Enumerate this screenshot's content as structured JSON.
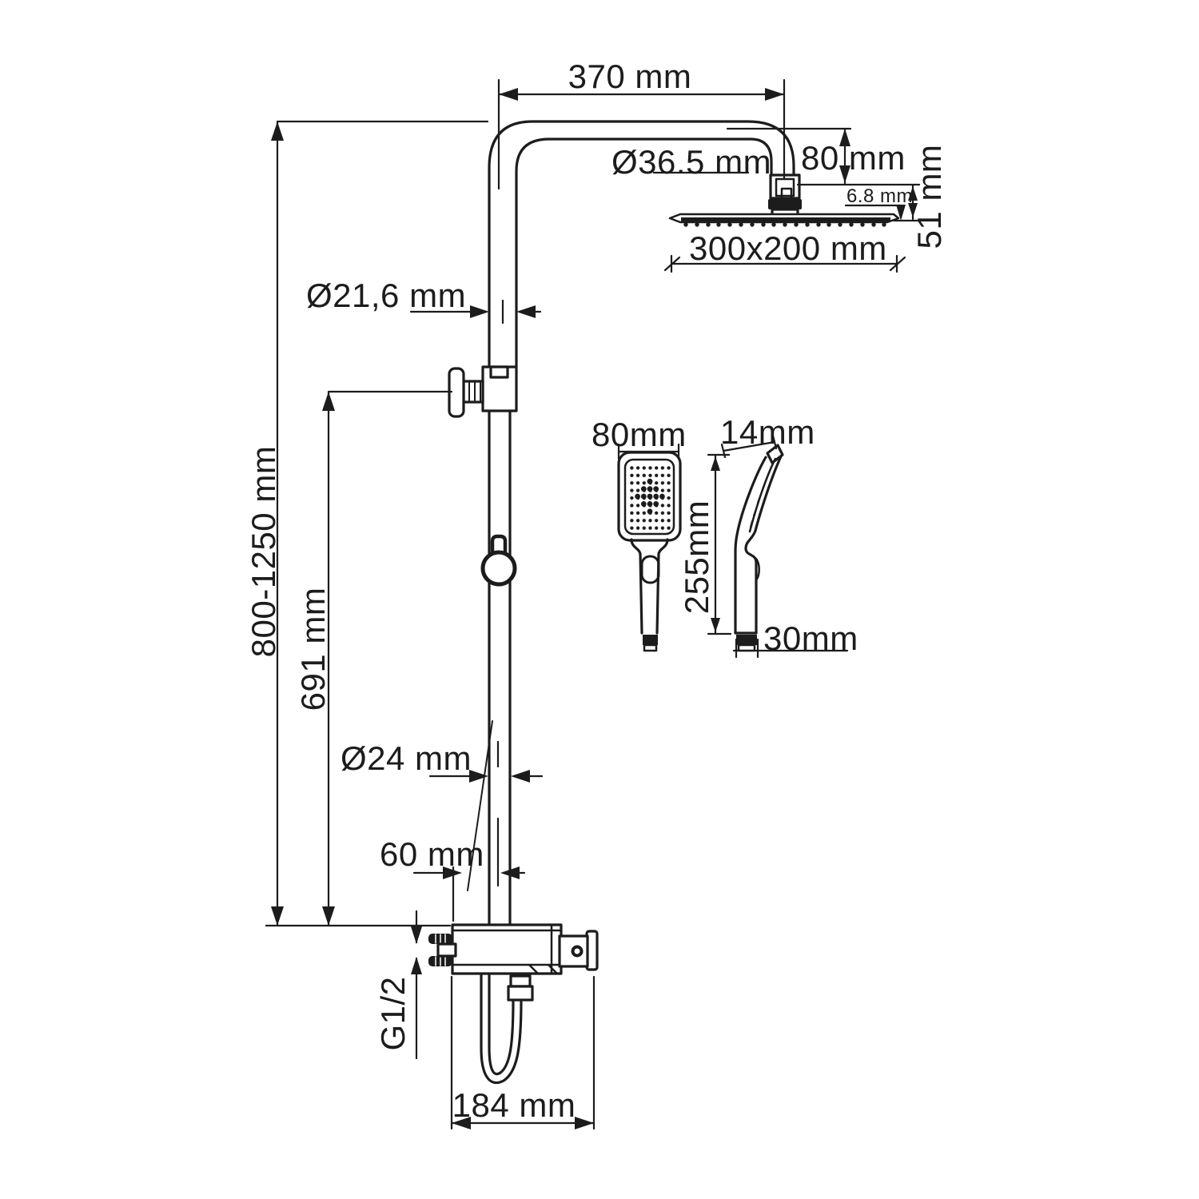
{
  "drawing": {
    "background": "#ffffff",
    "line_color": "#1c1c1c",
    "labels": {
      "arm_length": "370 mm",
      "arm_diameter": "Ø36.5 mm",
      "head_offset": "80 mm",
      "plate_thickness": "6.8 mm",
      "head_height": "51 mm",
      "head_size": "300x200 mm",
      "upper_pipe_diameter": "Ø21,6 mm",
      "overall_height": "800-1250 mm",
      "bracket_height": "691 mm",
      "handshower_width": "80mm",
      "handshower_tip_width": "14mm",
      "handshower_length": "255mm",
      "handshower_cap_width": "30mm",
      "lower_pipe_diameter": "Ø24 mm",
      "wall_offset": "60 mm",
      "thread_size": "G1/2",
      "mixer_width": "184 mm"
    }
  }
}
